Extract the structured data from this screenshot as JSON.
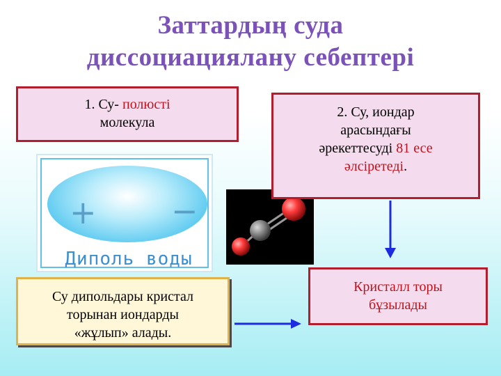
{
  "title": {
    "line1": "Заттардың суда",
    "line2": "диссоциациялану себептері"
  },
  "box1": {
    "prefix": "1. Су- ",
    "highlight": "полюсті",
    "line2": "молекула"
  },
  "dipole": {
    "plus": "+",
    "minus": "−",
    "caption": "Диполь воды"
  },
  "box2": {
    "line1": "2. Су, иондар",
    "line2": "арасындағы",
    "line3_prefix": "әрекеттесуді ",
    "line3_highlight": "81 есе",
    "line4_highlight": "әлсіретеді",
    "line4_suffix": "."
  },
  "box3": {
    "line1": "Кристалл торы",
    "line2": "бұзылады"
  },
  "box4": {
    "line1": "Су дипольдары кристал",
    "line2": "торынан иондарды",
    "line3": "«жұлып» алады."
  },
  "colors": {
    "title": "#7a52b8",
    "accent_red": "#c2111b",
    "arrow_blue": "#1c2be0"
  },
  "icons": [
    "arrow-right-icon",
    "arrow-down-icon",
    "molecule-model-icon"
  ]
}
